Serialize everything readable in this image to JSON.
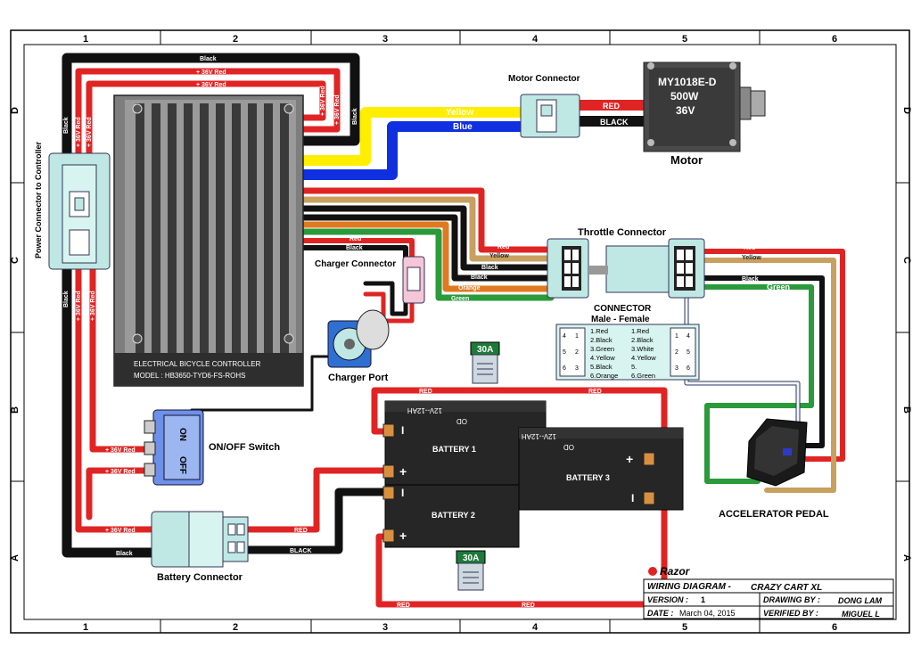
{
  "frame": {
    "columns": [
      "1",
      "2",
      "3",
      "4",
      "5",
      "6"
    ],
    "rows": [
      "D",
      "C",
      "B",
      "A"
    ]
  },
  "components": {
    "motor": {
      "title": "Motor",
      "model": "MY1018E-D",
      "power": "500W",
      "voltage": "36V"
    },
    "motor_connector": "Motor Connector",
    "throttle_connector": "Throttle Connector",
    "charger_connector": "Charger Connector",
    "charger_port": "Charger Port",
    "power_connector": "Power Connector to Controller",
    "on_off_switch": {
      "title": "ON/OFF Switch",
      "on": "ON",
      "off": "OFF"
    },
    "battery_connector": "Battery Connector",
    "accelerator_pedal": "ACCELERATOR PEDAL",
    "controller": {
      "line1": "ELECTRICAL BICYCLE CONTROLLER",
      "line2": "MODEL : HB3650-TYD6-FS-ROHS"
    },
    "battery1": {
      "label": "BATTERY 1",
      "spec": "12V--12AH",
      "od": "OD"
    },
    "battery2": {
      "label": "BATTERY 2"
    },
    "battery3": {
      "label": "BATTERY 3",
      "spec": "12V--12AH",
      "od": "OD"
    },
    "fuse_top": "30A",
    "fuse_bottom": "30A"
  },
  "wire_labels": {
    "black": "Black",
    "red36": "+ 36V Red",
    "red36b": "+ 36V Red",
    "yellow_cap": "Yellow",
    "blue_cap": "Blue",
    "red_upper": "RED",
    "black_upper": "BLACK",
    "red": "Red",
    "yellow": "Yellow",
    "green": "Green",
    "orange": "Orange",
    "red_caps": "RED",
    "black_caps": "BLACK"
  },
  "connector_table": {
    "title": "CONNECTOR",
    "subtitle": "Male  -  Female",
    "male": [
      "1.Red",
      "2.Black",
      "3.Green",
      "4.Yellow",
      "5.Black",
      "6.Orange"
    ],
    "female": [
      "1.Red",
      "2.Black",
      "3.White",
      "4.Yellow",
      "5.",
      "6.Green"
    ]
  },
  "title_block": {
    "brand": "Razor",
    "title_label": "WIRING DIAGRAM -",
    "title_value": "CRAZY CART XL",
    "version_label": "VERSION :",
    "version_value": "1",
    "drawing_label": "DRAWING BY :",
    "drawing_value": "DONG LAM",
    "date_label": "DATE :",
    "date_value": "March 04, 2015",
    "verified_label": "VERIFIED BY :",
    "verified_value": "MIGUEL  L"
  },
  "colors": {
    "red": "#e02424",
    "black": "#111111",
    "yellow": "#ffee00",
    "blue": "#1030e0",
    "green": "#2a9a3a",
    "orange": "#e07a20",
    "tan": "#c8a060",
    "white": "#f4f4f4",
    "connector_teal": "#bfe8e4",
    "battery": "#262626",
    "fuse_green": "#1e7a3a"
  }
}
